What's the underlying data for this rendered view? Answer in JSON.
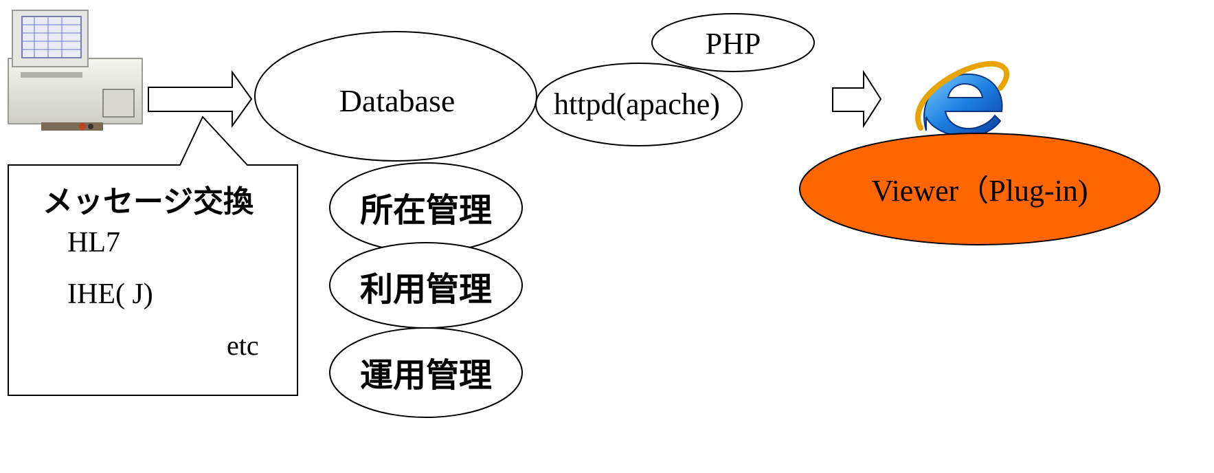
{
  "device": {
    "icon": "measuring-device-icon"
  },
  "callout": {
    "title": "メッセージ交換",
    "items": [
      "HL7",
      "IHE( J)"
    ],
    "etc": "etc"
  },
  "database": {
    "label": "Database"
  },
  "httpd": {
    "label": "httpd(apache)"
  },
  "php": {
    "label": "PHP"
  },
  "modules": [
    {
      "label": "所在管理"
    },
    {
      "label": "利用管理"
    },
    {
      "label": "運用管理"
    }
  ],
  "browser": {
    "icon": "internet-explorer-icon"
  },
  "viewer": {
    "label": "Viewer（Plug-in)",
    "color": "#FF6600"
  }
}
